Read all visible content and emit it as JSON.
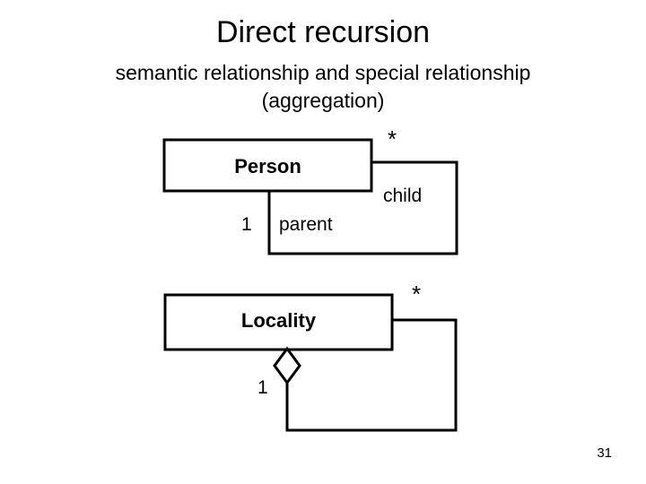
{
  "slide": {
    "title": "Direct recursion",
    "subtitle_line1": "semantic relationship and special relationship",
    "subtitle_line2": "(aggregation)",
    "page_number": "31",
    "ink_color": "#000000",
    "background_color": "#ffffff"
  },
  "diagrams": [
    {
      "id": "person-recursion",
      "kind": "semantic-relationship",
      "entity": "Person",
      "roles": [
        {
          "name": "parent",
          "multiplicity": "1"
        },
        {
          "name": "child",
          "multiplicity": "*"
        }
      ],
      "adornment": "none"
    },
    {
      "id": "locality-recursion",
      "kind": "aggregation",
      "entity": "Locality",
      "roles": [
        {
          "name": "",
          "multiplicity": "1"
        },
        {
          "name": "",
          "multiplicity": "*"
        }
      ],
      "adornment": "hollow-diamond"
    }
  ],
  "labels": {
    "person_entity": "Person",
    "person_star": "*",
    "person_child": "child",
    "person_one": "1",
    "person_parent": "parent",
    "locality_entity": "Locality",
    "locality_star": "*",
    "locality_one": "1"
  }
}
